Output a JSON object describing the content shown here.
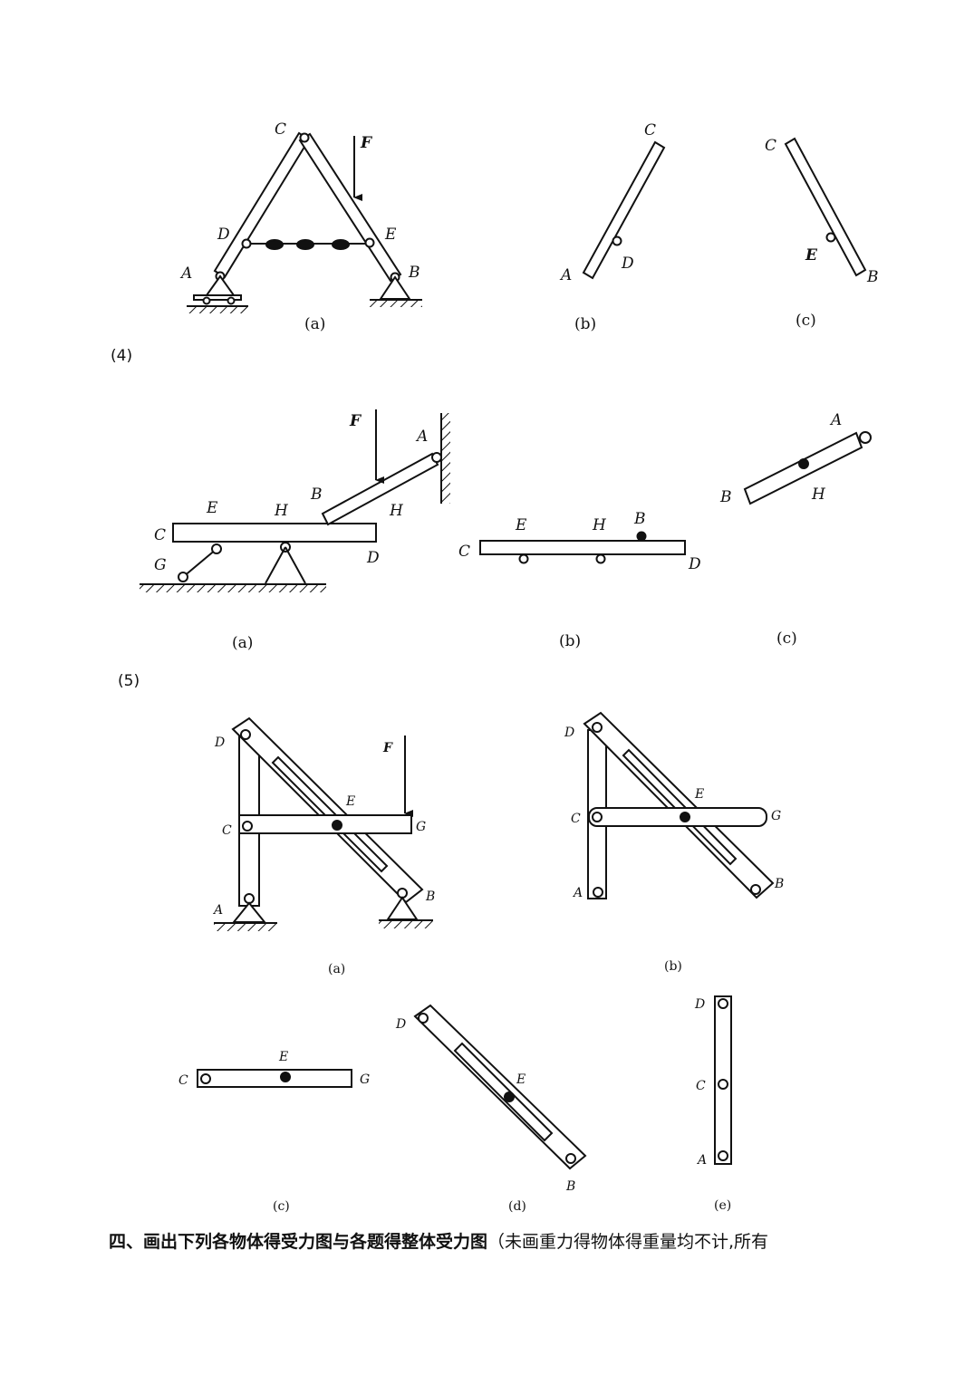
{
  "problems": {
    "p4_label": "(4)",
    "p5_label": "(5)"
  },
  "fig3": {
    "a": {
      "labels": {
        "C": "C",
        "F": "F",
        "D": "D",
        "E": "E",
        "A": "A",
        "B": "B"
      },
      "caption": "(a)"
    },
    "b": {
      "labels": {
        "C": "C",
        "A": "A",
        "D": "D"
      },
      "caption": "(b)"
    },
    "c": {
      "labels": {
        "C": "C",
        "E": "E",
        "B": "B"
      },
      "caption": "(c)"
    }
  },
  "fig4": {
    "a": {
      "labels": {
        "F": "F",
        "A": "A",
        "B": "B",
        "H1": "H",
        "H2": "H",
        "E": "E",
        "C": "C",
        "G": "G",
        "D": "D"
      },
      "caption": "(a)"
    },
    "b": {
      "labels": {
        "E": "E",
        "H": "H",
        "B": "B",
        "C": "C",
        "D": "D"
      },
      "caption": "(b)"
    },
    "c": {
      "labels": {
        "A": "A",
        "B": "B",
        "H": "H"
      },
      "caption": "(c)"
    }
  },
  "fig5": {
    "a": {
      "labels": {
        "D": "D",
        "F": "F",
        "E": "E",
        "C": "C",
        "G": "G",
        "A": "A",
        "B": "B"
      },
      "caption": "(a)"
    },
    "b": {
      "labels": {
        "D": "D",
        "E": "E",
        "C": "C",
        "G": "G",
        "A": "A",
        "B": "B"
      },
      "caption": "(b)"
    },
    "c": {
      "labels": {
        "E": "E",
        "C": "C",
        "G": "G"
      },
      "caption": "(c)"
    },
    "d": {
      "labels": {
        "D": "D",
        "E": "E",
        "B": "B"
      },
      "caption": "(d)"
    },
    "e": {
      "labels": {
        "D": "D",
        "C": "C",
        "A": "A"
      },
      "caption": "(e)"
    }
  },
  "footer": {
    "bold": "四、画出下列各物体得受力图与各题得整体受力图",
    "normal": "（未画重力得物体得重量均不计,所有"
  }
}
